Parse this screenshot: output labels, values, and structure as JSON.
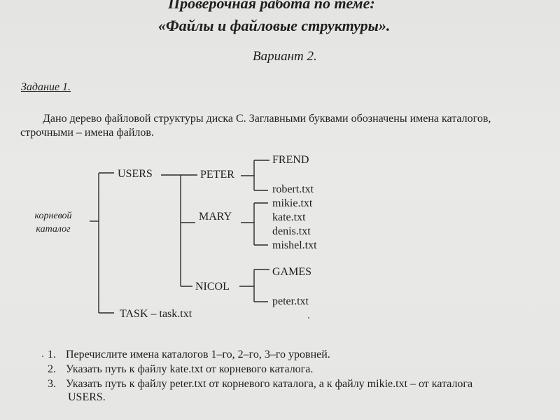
{
  "header": {
    "title_line1": "Проверочная работа по теме:",
    "title_line2": "«Файлы и файловые структуры».",
    "variant": "Вариант 2."
  },
  "task": {
    "label": "Задание 1.",
    "text_line1": "Дано дерево файловой структуры диска С. Заглавными буквами обозначены имена каталогов,",
    "text_line2": "строчными – имена файлов."
  },
  "tree": {
    "root_line1": "корневой",
    "root_line2": "каталог",
    "users": "USERS",
    "task": "TASK – task.txt",
    "peter": "PETER",
    "mary": "MARY",
    "nicol": "NICOL",
    "frend": "FREND",
    "robert": "robert.txt",
    "mikie": "mikie.txt",
    "kate": "kate.txt",
    "denis": "denis.txt",
    "mishel": "mishel.txt",
    "games": "GAMES",
    "peter_txt": "peter.txt"
  },
  "questions": [
    {
      "num": "1.",
      "line1": "Перечислите имена каталогов 1–го, 2–го, 3–го уровней."
    },
    {
      "num": "2.",
      "line1": "Указать путь к файлу  kate.txt от корневого каталога."
    },
    {
      "num": "3.",
      "line1": "Указать путь к файлу peter.txt   от корневого каталога, а к файлу mikie.txt – от каталога",
      "line2": "USERS."
    }
  ]
}
